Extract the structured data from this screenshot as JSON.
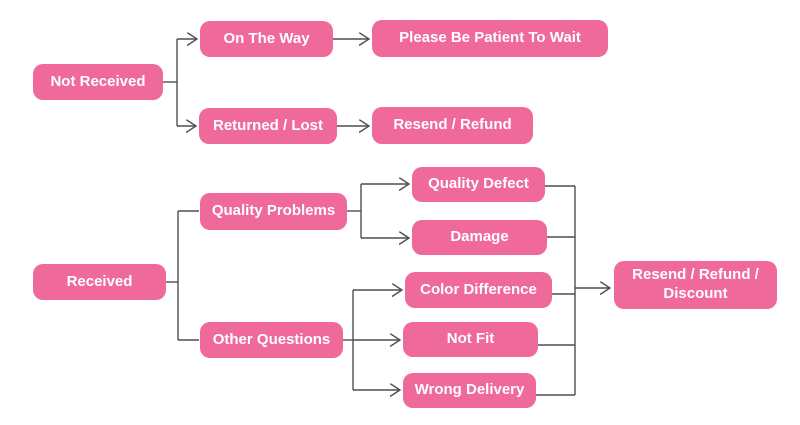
{
  "colors": {
    "node_fill": "#ef699b",
    "node_text": "#ffffff",
    "connector": "#4f4f4f",
    "background": "#ffffff"
  },
  "nodes": {
    "not_received": {
      "label": "Not Received"
    },
    "on_the_way": {
      "label": "On The Way"
    },
    "please_wait": {
      "label": "Please Be Patient To Wait"
    },
    "returned_lost": {
      "label": "Returned / Lost"
    },
    "resend_refund": {
      "label": "Resend / Refund"
    },
    "received": {
      "label": "Received"
    },
    "quality_problems": {
      "label": "Quality Problems"
    },
    "other_questions": {
      "label": "Other Questions"
    },
    "quality_defect": {
      "label": "Quality Defect"
    },
    "damage": {
      "label": "Damage"
    },
    "color_difference": {
      "label": "Color Difference"
    },
    "not_fit": {
      "label": "Not Fit"
    },
    "wrong_delivery": {
      "label": "Wrong Delivery"
    },
    "resend_refund_discount": {
      "label": "Resend / Refund / Discount"
    }
  },
  "edges": [
    {
      "name": "not-received-stub",
      "points": [
        [
          163,
          82
        ],
        [
          177,
          82
        ]
      ],
      "arrow": false
    },
    {
      "name": "not-received-branch",
      "points": [
        [
          177,
          39
        ],
        [
          177,
          126
        ]
      ],
      "arrow": false
    },
    {
      "name": "branch-to-on-the-way",
      "points": [
        [
          177,
          39
        ],
        [
          197,
          39
        ]
      ],
      "arrow": true
    },
    {
      "name": "branch-to-returned-lost",
      "points": [
        [
          177,
          126
        ],
        [
          196,
          126
        ]
      ],
      "arrow": true
    },
    {
      "name": "on-the-way-to-please-wait",
      "points": [
        [
          333,
          39
        ],
        [
          369,
          39
        ]
      ],
      "arrow": true
    },
    {
      "name": "returned-lost-to-resend-refund",
      "points": [
        [
          337,
          126
        ],
        [
          369,
          126
        ]
      ],
      "arrow": true
    },
    {
      "name": "received-stub",
      "points": [
        [
          166,
          282
        ],
        [
          178,
          282
        ]
      ],
      "arrow": false
    },
    {
      "name": "received-branch",
      "points": [
        [
          178,
          211
        ],
        [
          178,
          340
        ]
      ],
      "arrow": false
    },
    {
      "name": "branch-to-quality-problems",
      "points": [
        [
          178,
          211
        ],
        [
          199,
          211
        ]
      ],
      "arrow": false
    },
    {
      "name": "branch-to-other-questions",
      "points": [
        [
          178,
          340
        ],
        [
          199,
          340
        ]
      ],
      "arrow": false
    },
    {
      "name": "quality-problems-stub",
      "points": [
        [
          347,
          211
        ],
        [
          361,
          211
        ]
      ],
      "arrow": false
    },
    {
      "name": "quality-problems-branch",
      "points": [
        [
          361,
          184
        ],
        [
          361,
          238
        ]
      ],
      "arrow": false
    },
    {
      "name": "branch-to-quality-defect",
      "points": [
        [
          361,
          184
        ],
        [
          409,
          184
        ]
      ],
      "arrow": true
    },
    {
      "name": "branch-to-damage",
      "points": [
        [
          361,
          238
        ],
        [
          409,
          238
        ]
      ],
      "arrow": true
    },
    {
      "name": "other-questions-stub",
      "points": [
        [
          343,
          340
        ],
        [
          353,
          340
        ]
      ],
      "arrow": false
    },
    {
      "name": "other-questions-branch",
      "points": [
        [
          353,
          290
        ],
        [
          353,
          390
        ]
      ],
      "arrow": false
    },
    {
      "name": "branch-to-color-difference",
      "points": [
        [
          353,
          290
        ],
        [
          402,
          290
        ]
      ],
      "arrow": true
    },
    {
      "name": "branch-to-not-fit",
      "points": [
        [
          353,
          340
        ],
        [
          400,
          340
        ]
      ],
      "arrow": true
    },
    {
      "name": "branch-to-wrong-delivery",
      "points": [
        [
          353,
          390
        ],
        [
          400,
          390
        ]
      ],
      "arrow": true
    },
    {
      "name": "quality-defect-to-collector",
      "points": [
        [
          545,
          186
        ],
        [
          575,
          186
        ]
      ],
      "arrow": false
    },
    {
      "name": "damage-to-collector",
      "points": [
        [
          547,
          237
        ],
        [
          575,
          237
        ]
      ],
      "arrow": false
    },
    {
      "name": "color-difference-to-collector",
      "points": [
        [
          552,
          294
        ],
        [
          575,
          294
        ]
      ],
      "arrow": false
    },
    {
      "name": "not-fit-to-collector",
      "points": [
        [
          538,
          345
        ],
        [
          575,
          345
        ]
      ],
      "arrow": false
    },
    {
      "name": "wrong-delivery-to-collector",
      "points": [
        [
          536,
          395
        ],
        [
          575,
          395
        ]
      ],
      "arrow": false
    },
    {
      "name": "collector-line",
      "points": [
        [
          575,
          186
        ],
        [
          575,
          395
        ]
      ],
      "arrow": false
    },
    {
      "name": "collector-to-final",
      "points": [
        [
          575,
          288
        ],
        [
          610,
          288
        ]
      ],
      "arrow": true
    }
  ]
}
